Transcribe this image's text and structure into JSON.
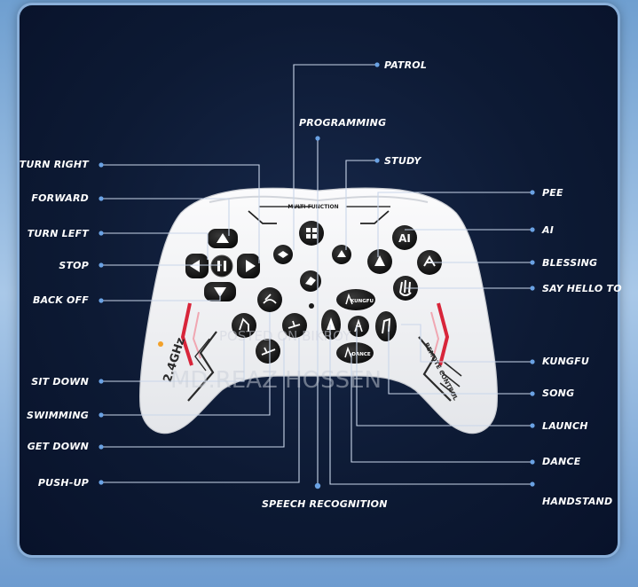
{
  "left_labels": {
    "turn_right": "TURN RIGHT",
    "forward": "FORWARD",
    "turn_left": "TURN LEFT",
    "stop": "STOP",
    "back_off": "BACK OFF",
    "sit_down": "SIT DOWN",
    "swimming": "SWIMMING",
    "get_down": "GET DOWN",
    "push_up": "PUSH-UP"
  },
  "top_labels": {
    "patrol": "PATROL",
    "programming": "PROGRAMMING",
    "study": "STUDY"
  },
  "right_labels": {
    "pee": "PEE",
    "ai": "AI",
    "blessing": "BLESSING",
    "say_hello_to": "SAY HELLO TO",
    "kungfu": "KUNGFU",
    "song": "SONG",
    "launch": "LAUNCH",
    "dance": "DANCE",
    "handstand": "HANDSTAND"
  },
  "bottom_label": "SPEECH RECOGNITION",
  "controller": {
    "top_text": "MULTI-FUNCTION",
    "brand_text": "2.4GHz",
    "side_text": "REMOTE CONTROL",
    "ai_button": "AI",
    "kungfu_button": "KUNGFU",
    "dance_button": "DANCE"
  },
  "watermark": {
    "line1": "POSTED ON BIKROY",
    "line2": "MD.REAZ HOSSEN"
  },
  "colors": {
    "line": "#c9d6ea",
    "dot": "#6aa2e4",
    "panel": "#0d1a34",
    "controller": "#f2f3f5",
    "button": "#141414",
    "accent_red": "#d8253a"
  }
}
